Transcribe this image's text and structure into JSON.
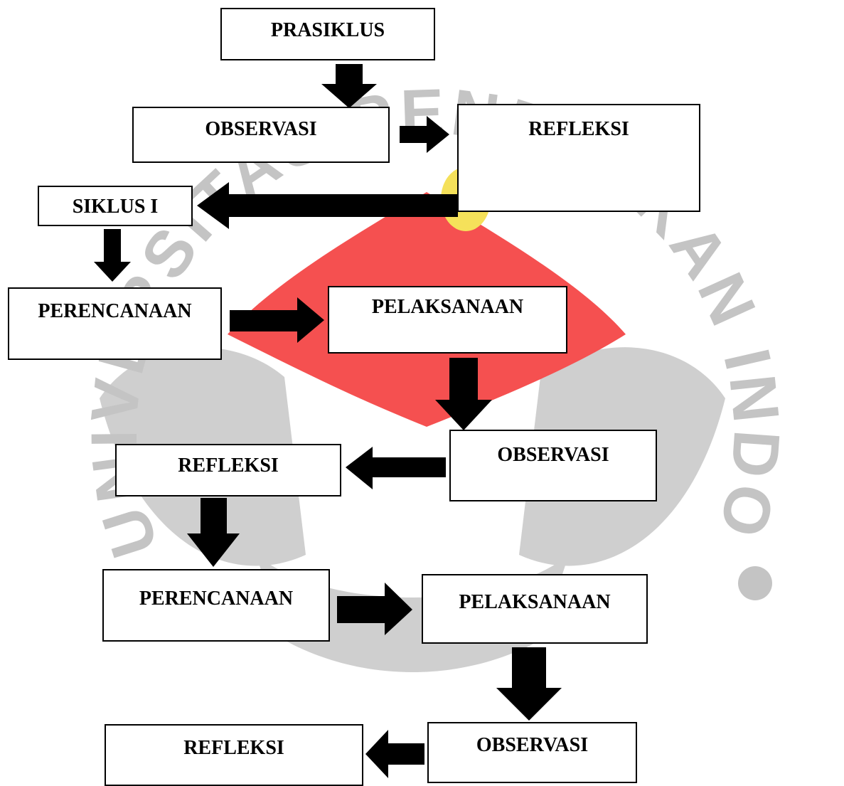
{
  "watermark": {
    "ring_text": "UNIVERSITAS PENDIDIKAN INDONESIA",
    "colors": {
      "red": "#f55050",
      "gray": "#cfcfcf",
      "yellow": "#f5e15a",
      "ring": "#c4c4c4"
    }
  },
  "steps": {
    "prasiklus": "PRASIKLUS",
    "pre_observasi": "OBSERVASI",
    "pre_refleksi": "REFLEKSI",
    "siklus1": "SIKLUS I",
    "c1_perencanaan": "PERENCANAAN",
    "c1_pelaksanaan": "PELAKSANAAN",
    "c1_observasi": "OBSERVASI",
    "c1_refleksi": "REFLEKSI",
    "c2_perencanaan": "PERENCANAAN",
    "c2_pelaksanaan": "PELAKSANAAN",
    "c2_observasi": "OBSERVASI",
    "c2_refleksi": "REFLEKSI"
  },
  "arrow_color": "#000000"
}
